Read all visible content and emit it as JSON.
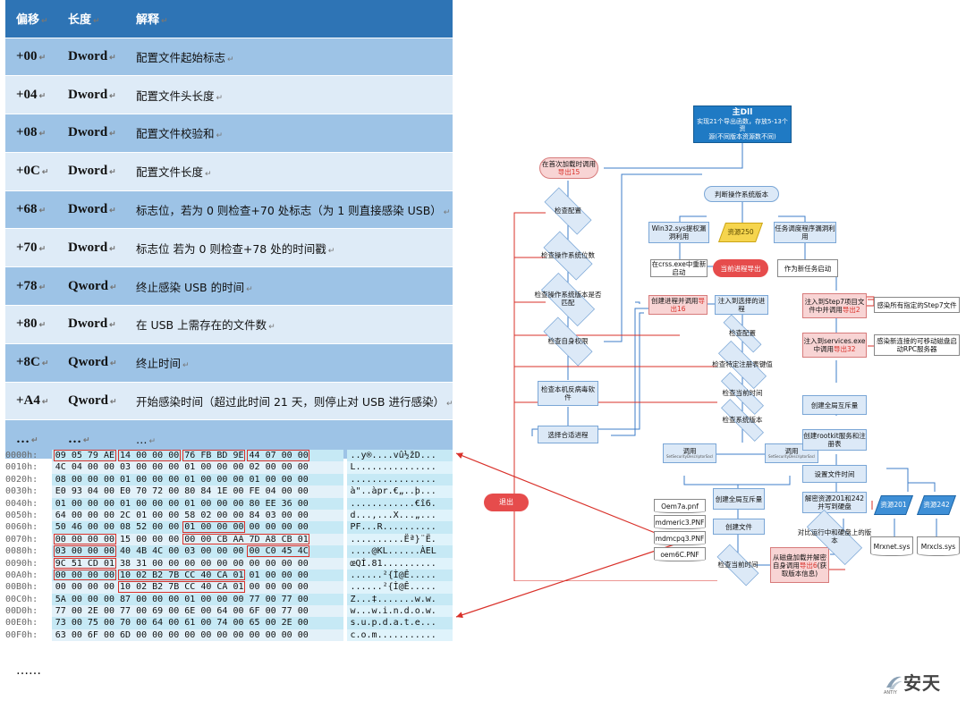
{
  "table": {
    "headers": [
      "偏移",
      "长度",
      "解释"
    ],
    "rows": [
      {
        "offset": "+00",
        "length": "Dword",
        "desc": "配置文件起始标志"
      },
      {
        "offset": "+04",
        "length": "Dword",
        "desc": "配置文件头长度"
      },
      {
        "offset": "+08",
        "length": "Dword",
        "desc": "配置文件校验和"
      },
      {
        "offset": "+0C",
        "length": "Dword",
        "desc": "配置文件长度"
      },
      {
        "offset": "+68",
        "length": "Dword",
        "desc": "标志位，若为 0 则检查+70 处标志（为 1 则直接感染 USB）"
      },
      {
        "offset": "+70",
        "length": "Dword",
        "desc": "标志位 若为 0 则检查+78 处的时间戳"
      },
      {
        "offset": "+78",
        "length": "Qword",
        "desc": "终止感染 USB 的时间"
      },
      {
        "offset": "+80",
        "length": "Dword",
        "desc": "在 USB 上需存在的文件数"
      },
      {
        "offset": "+8C",
        "length": "Qword",
        "desc": "终止时间"
      },
      {
        "offset": "+A4",
        "length": "Qword",
        "desc": "开始感染时间（超过此时间 21 天，则停止对 USB 进行感染）"
      },
      {
        "offset": "…",
        "length": "…",
        "desc": "…"
      }
    ]
  },
  "hex_dump": [
    {
      "addr": "0000h:",
      "bytes": "09 05 79 AE 14 00 00 00 76 FB BD 9E 44 07 00 00",
      "ascii": "..y®....vû½žD..."
    },
    {
      "addr": "0010h:",
      "bytes": "4C 04 00 00 03 00 00 00 01 00 00 00 02 00 00 00",
      "ascii": "L..............."
    },
    {
      "addr": "0020h:",
      "bytes": "08 00 00 00 01 00 00 00 01 00 00 00 01 00 00 00",
      "ascii": "................"
    },
    {
      "addr": "0030h:",
      "bytes": "E0 93 04 00 E0 70 72 00 80 84 1E 00 FE 04 00 00",
      "ascii": "à\"..àpr.€„..þ..."
    },
    {
      "addr": "0040h:",
      "bytes": "01 00 00 00 01 00 00 00 01 00 00 00 80 EE 36 00",
      "ascii": "............€î6."
    },
    {
      "addr": "0050h:",
      "bytes": "64 00 00 00 2C 01 00 00 58 02 00 00 84 03 00 00",
      "ascii": "d...,...X...„..."
    },
    {
      "addr": "0060h:",
      "bytes": "50 46 00 00 08 52 00 00 01 00 00 00 00 00 00 00",
      "ascii": "PF...R.........."
    },
    {
      "addr": "0070h:",
      "bytes": "00 00 00 00 15 00 00 00 00 00 CB AA 7D A8 CB 01",
      "ascii": "..........Ëª}¨Ë."
    },
    {
      "addr": "0080h:",
      "bytes": "03 00 00 00 40 4B 4C 00 03 00 00 00 00 C0 45 4C",
      "ascii": "....@KL......ÀEL"
    },
    {
      "addr": "0090h:",
      "bytes": "9C 51 CD 01 38 31 00 00 00 00 00 00 00 00 00 00",
      "ascii": "œQÍ.81.........."
    },
    {
      "addr": "00A0h:",
      "bytes": "00 00 00 00 10 02 B2 7B CC 40 CA 01 01 00 00 00",
      "ascii": "......²{Ì@Ê....."
    },
    {
      "addr": "00B0h:",
      "bytes": "00 00 00 00 10 02 B2 7B CC 40 CA 01 00 00 00 00",
      "ascii": "......²{Ì@Ê....."
    },
    {
      "addr": "00C0h:",
      "bytes": "5A 00 00 00 87 00 00 00 01 00 00 00 77 00 77 00",
      "ascii": "Z...‡.......w.w."
    },
    {
      "addr": "00D0h:",
      "bytes": "77 00 2E 00 77 00 69 00 6E 00 64 00 6F 00 77 00",
      "ascii": "w...w.i.n.d.o.w."
    },
    {
      "addr": "00E0h:",
      "bytes": "73 00 75 00 70 00 64 00 61 00 74 00 65 00 2E 00",
      "ascii": "s.u.p.d.a.t.e..."
    },
    {
      "addr": "00F0h:",
      "bytes": "63 00 6F 00 6D 00 00 00 00 00 00 00 00 00 00 00",
      "ascii": "c.o.m..........."
    }
  ],
  "ellipsis": "……",
  "flowchart": {
    "main_dll": {
      "title": "主Dll",
      "line1": "实现21个导出函数，存放5-13个资",
      "line2": "源(不同版本资源数不同)"
    },
    "first_load": {
      "text": "在首次加载时调用",
      "red": "导出15"
    },
    "check_config": "检查配置",
    "check_os_bits": "检查操作系统位数",
    "check_os_version": "检查操作系统版本是否匹配",
    "check_privilege": "检查自身权限",
    "check_av": "检查本机反病毒软件",
    "select_process": "选择合适进程",
    "judge_os": "判断操作系统版本",
    "win32sys": "Win32.sys提权漏洞利用",
    "resource250": "资源250",
    "task_sched": "任务调度程序漏洞利用",
    "csrss": "在crss.exe中重新启动",
    "current_export": "当前进程导出",
    "new_task": "作为新任务启动",
    "create_process": {
      "text": "创建进程并调用",
      "red": "导出16"
    },
    "inject_process": "注入到选择的进程",
    "check_config2": "检查配置",
    "check_registry": "检查特定注册表键值",
    "check_time": "检查当前时间",
    "check_sys_ver": "检查系统版本",
    "call_sd1": "调用",
    "call_sd2": "调用",
    "create_mutex": "创建全局互斥量",
    "create_file": "创建文件",
    "check_time2": "检查当前时间",
    "oem7a": "Oem7a.pnf",
    "mdmeric3": "mdmeric3.PNF",
    "mdmcpq3": "mdmcpq3.PNF",
    "oem6c": "oem6C.PNF",
    "exit": "退出",
    "load_decrypt": {
      "text": "从磁盘加载并解密自身调用",
      "red": "导出6",
      "text2": "(获取版本信息)"
    },
    "inject_step7": {
      "text": "注入到Step7项目文件中并调用",
      "red": "导出2"
    },
    "infect_step7": "感染所有指定的Step7文件",
    "inject_services": {
      "text": "注入到services.exe中调用",
      "red": "导出32"
    },
    "infect_removable": "感染新连接的可移动磁盘启动RPC服务器",
    "create_global_mutex": "创建全局互斥量",
    "create_rootkit": "创建rootkit服务和注册表",
    "set_file_time": "设置文件时间",
    "decrypt_res": "解密资源201和242并写到硬盘",
    "compare_version": "对比运行中和硬盘上的版本",
    "res201": "资源201",
    "res242": "资源242",
    "mrxnet": "Mrxnet.sys",
    "mrxcls": "Mrxcls.sys"
  },
  "logo": {
    "name": "安天",
    "sub": "ANTIY"
  }
}
